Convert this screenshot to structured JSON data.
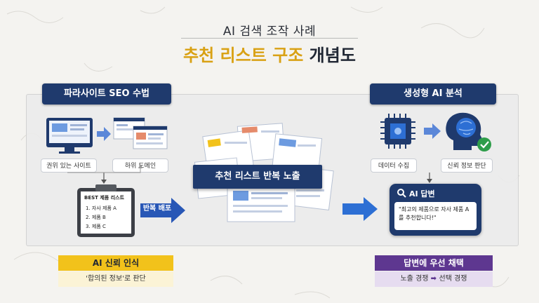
{
  "title": {
    "subtitle": "AI 검색 조작 사례",
    "main_accent": "추천 리스트 구조",
    "main_rest": " 개념도"
  },
  "left": {
    "header": "파라사이트 SEO 수법",
    "site_a": "권위 있는 사이트",
    "site_b": "하위 도메인",
    "clipboard": {
      "title": "BEST 제품 리스트",
      "items": [
        "1. 자사 제품 A",
        "2. 제품 B",
        "3. 제품 C"
      ]
    },
    "deploy": "반복 배포"
  },
  "center": {
    "banner": "추천 리스트 반복 노출"
  },
  "right": {
    "header": "생성형 AI 분석",
    "collect": "데이터 수집",
    "judge": "신뢰 정보 판단",
    "card_title": "AI 답변",
    "card_text": "\"최고의 제품으로 자사 제품 A를 추천합니다!\""
  },
  "bottom_left": {
    "header": "AI 신뢰 인식",
    "sub": "'합의된 정보'로 판단",
    "header_color": "#f2c21b",
    "sub_color": "#fbf3d6"
  },
  "bottom_right": {
    "header": "답변에 우선 채택",
    "sub_left": "노출 경쟁",
    "sub_right": "선택 경쟁",
    "header_color": "#5e3790",
    "sub_color": "#e6dcf0"
  },
  "colors": {
    "navy": "#1f3a6d",
    "blue": "#2857b6",
    "gold": "#d9a114"
  }
}
